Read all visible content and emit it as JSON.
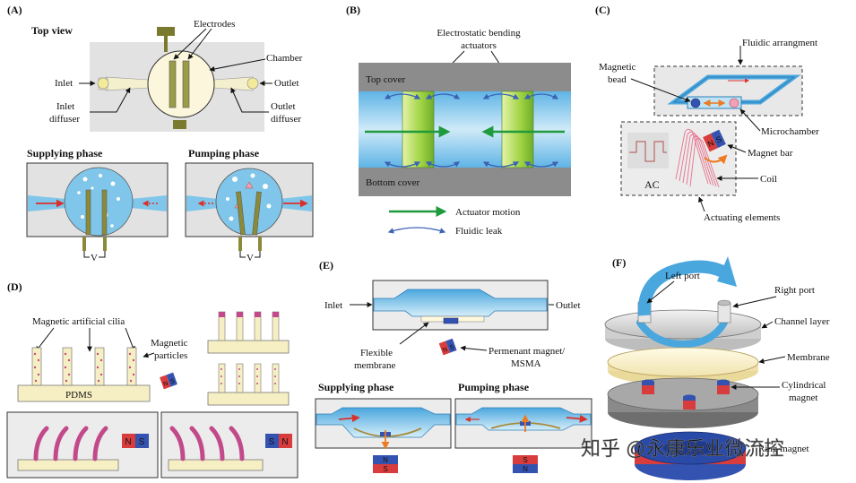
{
  "panels": {
    "a": {
      "letter": "(A)",
      "top_view": "Top view",
      "electrodes": "Electrodes",
      "chamber": "Chamber",
      "inlet": "Inlet",
      "outlet": "Outlet",
      "inlet_diffuser_1": "Inlet",
      "inlet_diffuser_2": "diffuser",
      "outlet_diffuser_1": "Outlet",
      "outlet_diffuser_2": "diffuser",
      "supplying_phase": "Supplying phase",
      "pumping_phase": "Pumping phase",
      "voltage": "V"
    },
    "b": {
      "letter": "(B)",
      "actuators_1": "Electrostatic bending",
      "actuators_2": "actuators",
      "top_cover": "Top cover",
      "bottom_cover": "Bottom cover",
      "actuator_motion": "Actuator motion",
      "fluidic_leak": "Fluidic leak"
    },
    "c": {
      "letter": "(C)",
      "fluidic_arrangement": "Fluidic arrangment",
      "magnetic_bead_1": "Magnetic",
      "magnetic_bead_2": "bead",
      "microchamber": "Microchamber",
      "magnet_bar": "Magnet bar",
      "coil": "Coil",
      "ac": "AC",
      "actuating_elements": "Actuating elements",
      "n": "N",
      "s": "S"
    },
    "d": {
      "letter": "(D)",
      "cilia": "Magnetic artificial cilia",
      "particles_1": "Magnetic",
      "particles_2": "particles",
      "pdms": "PDMS",
      "n": "N",
      "s": "S"
    },
    "e": {
      "letter": "(E)",
      "inlet": "Inlet",
      "outlet": "Outlet",
      "flexible_membrane_1": "Flexible",
      "flexible_membrane_2": "membrane",
      "permanent_magnet_1": "Permenant magnet/",
      "permanent_magnet_2": "MSMA",
      "supplying_phase": "Supplying phase",
      "pumping_phase": "Pumping phase",
      "n": "N",
      "s": "S"
    },
    "f": {
      "letter": "(F)",
      "left_port": "Left port",
      "right_port": "Right port",
      "channel_layer": "Channel layer",
      "membrane": "Membrane",
      "cylindrical_magnet_1": "Cylindrical",
      "cylindrical_magnet_2": "magnet",
      "ring_magnet": "Ring magnet"
    }
  },
  "watermark": "知乎 @永康乐业微流控",
  "colors": {
    "fluid": "#7fc6ea",
    "fluid_light": "#d8eef9",
    "cover": "#8c8c8c",
    "panel_bg": "#e6e6e6",
    "chamber_fill": "#fbf6dc",
    "electrode": "#8a8a3a",
    "actuator_green": "#a6d84a",
    "motion_arrow": "#1f9a3c",
    "leak_arrow": "#3b62b4",
    "pdms": "#f7efc4",
    "cilia_particle": "#c24a8a",
    "magnet_n": "#d93c3c",
    "magnet_s": "#3453b0"
  }
}
